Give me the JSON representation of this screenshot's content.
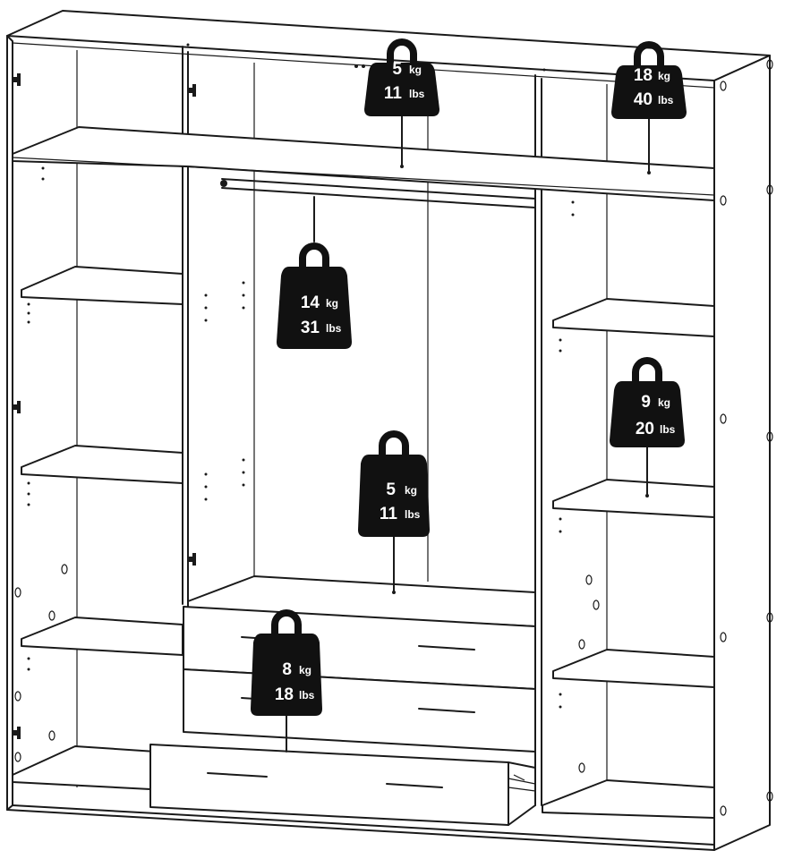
{
  "colors": {
    "ink": "#111111",
    "paper": "#ffffff"
  },
  "weights": [
    {
      "id": "top-middle-shelf",
      "kg": "5",
      "kg_unit": "kg",
      "lbs": "11",
      "lbs_unit": "lbs"
    },
    {
      "id": "top-right-shelf",
      "kg": "18",
      "kg_unit": "kg",
      "lbs": "40",
      "lbs_unit": "lbs"
    },
    {
      "id": "hanging-rail",
      "kg": "14",
      "kg_unit": "kg",
      "lbs": "31",
      "lbs_unit": "lbs"
    },
    {
      "id": "right-shelf",
      "kg": "9",
      "kg_unit": "kg",
      "lbs": "20",
      "lbs_unit": "lbs"
    },
    {
      "id": "middle-shelf",
      "kg": "5",
      "kg_unit": "kg",
      "lbs": "11",
      "lbs_unit": "lbs"
    },
    {
      "id": "drawer",
      "kg": "8",
      "kg_unit": "kg",
      "lbs": "18",
      "lbs_unit": "lbs"
    }
  ]
}
